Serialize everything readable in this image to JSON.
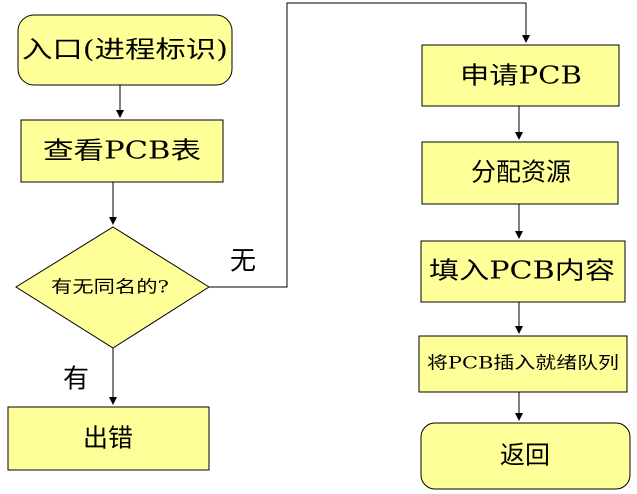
{
  "colors": {
    "node_fill": "#FFFF99",
    "node_stroke": "#000000",
    "edge_stroke": "#000000",
    "background": "#FFFFFF"
  },
  "nodes": {
    "entry": "入口(进程标识)",
    "lookup_pcb_table": "查看PCB表",
    "decision_same_name": "有无同名的?",
    "error": "出错",
    "request_pcb": "申请PCB",
    "allocate_resources": "分配资源",
    "fill_pcb": "填入PCB内容",
    "insert_ready_queue": "将PCB插入就绪队列",
    "return": "返回"
  },
  "edge_labels": {
    "no": "无",
    "yes": "有"
  }
}
